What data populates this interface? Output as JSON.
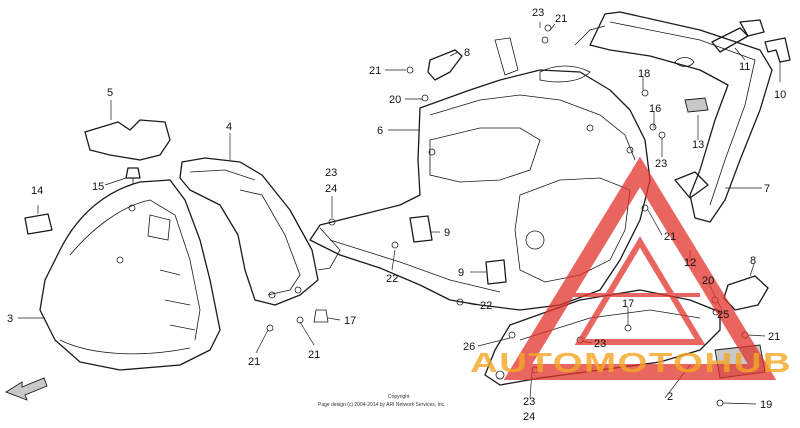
{
  "callouts": {
    "c1": "5",
    "c2": "4",
    "c3": "14",
    "c4": "15",
    "c5": "3",
    "c6": "23",
    "c7": "24",
    "c8": "21",
    "c9": "21",
    "c10": "17",
    "c11": "6",
    "c12": "23",
    "c13": "21",
    "c14": "8",
    "c15": "21",
    "c16": "20",
    "c17": "9",
    "c18": "22",
    "c19": "9",
    "c20": "22",
    "c21": "26",
    "c22": "23",
    "c23": "24",
    "c24": "17",
    "c25": "23",
    "c26": "2",
    "c27": "19",
    "c28": "25",
    "c29": "21",
    "c30": "8",
    "c31": "20",
    "c32": "12",
    "c33": "21",
    "c34": "7",
    "c35": "13",
    "c36": "23",
    "c37": "16",
    "c38": "18",
    "c39": "11",
    "c40": "10"
  },
  "copyright": {
    "line1": "Copyright",
    "line2": "Page design (c) 2004-2014 by ARI Network Services, Inc."
  },
  "watermark": {
    "brand": "AUTOMOTOHUB",
    "colors": {
      "red": "#e2322c",
      "orange": "#f5a623"
    }
  },
  "icons": {
    "direction_arrow": "front-arrow-icon"
  }
}
